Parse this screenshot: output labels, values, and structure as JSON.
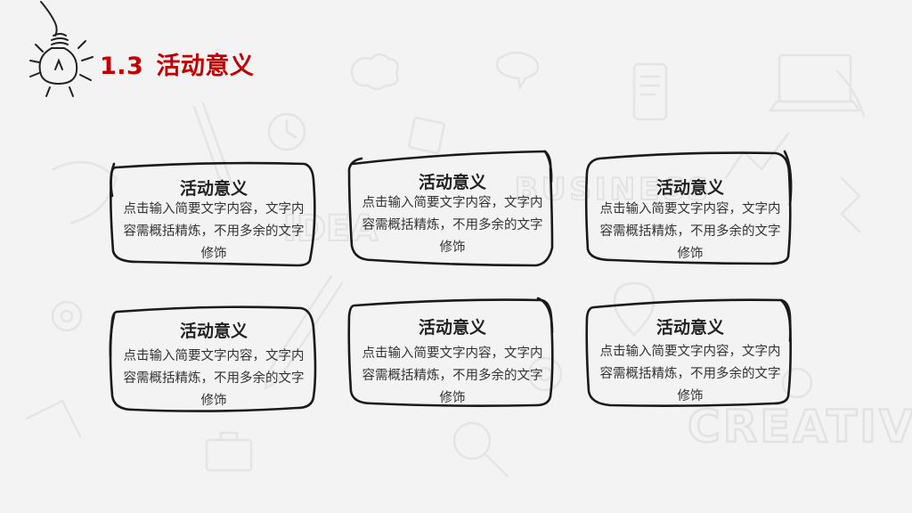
{
  "slide": {
    "section_number": "1.3",
    "title": "活动意义"
  },
  "cards": [
    {
      "title": "活动意义",
      "body": "点击输入简要文字内容，文字内容需概括精炼，不用多余的文字修饰"
    },
    {
      "title": "活动意义",
      "body": "点击输入简要文字内容，文字内容需概括精炼，不用多余的文字修饰"
    },
    {
      "title": "活动意义",
      "body": "点击输入简要文字内容，文字内容需概括精炼，不用多余的文字修饰"
    },
    {
      "title": "活动意义",
      "body": "点击输入简要文字内容，文字内容需概括精炼，不用多余的文字修饰"
    },
    {
      "title": "活动意义",
      "body": "点击输入简要文字内容，文字内容需概括精炼，不用多余的文字修饰"
    },
    {
      "title": "活动意义",
      "body": "点击输入简要文字内容，文字内容需概括精炼，不用多余的文字修饰"
    }
  ],
  "colors": {
    "background": "#f3f3f3",
    "title_red": "#c00000",
    "frame_stroke": "#1a1a1a",
    "doodle": "#e6e6e6"
  },
  "icons": {
    "header": "lightbulb-icon"
  }
}
